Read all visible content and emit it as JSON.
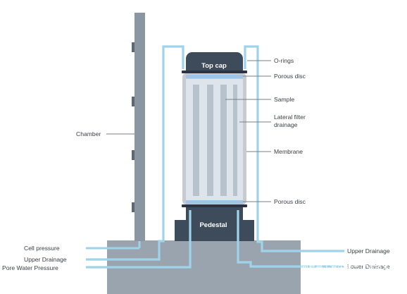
{
  "labels": {
    "top_cap": "Top cap",
    "pedestal": "Pedestal",
    "o_rings": "O-rings",
    "porous_disc_top": "Porous disc",
    "sample": "Sample",
    "lateral_filter_line1": "Lateral filter",
    "lateral_filter_line2": "drainage",
    "membrane": "Membrane",
    "porous_disc_bottom": "Porous disc",
    "chamber": "Chamber",
    "cell_pressure": "Cell pressure",
    "upper_drainage_left": "Upper Drainage",
    "pore_water_pressure": "Pore Water Pressure",
    "upper_drainage_right": "Upper Drainage",
    "lower_drainage": "Lower Drainage"
  },
  "watermark": "网易号 | 室内岩土试验技术分享",
  "colors": {
    "base": "#9aa4ae",
    "wall": "#8a96a2",
    "cap": "#3e4b5b",
    "tube": "#9fd3ea",
    "membrane_outer": "#c7cbd1",
    "sample_fill": "#dde4ec",
    "stripe": "#b7c2cd",
    "porous": "#9fc4e6",
    "leader": "#7a7f86",
    "text": "#3a3f46"
  }
}
